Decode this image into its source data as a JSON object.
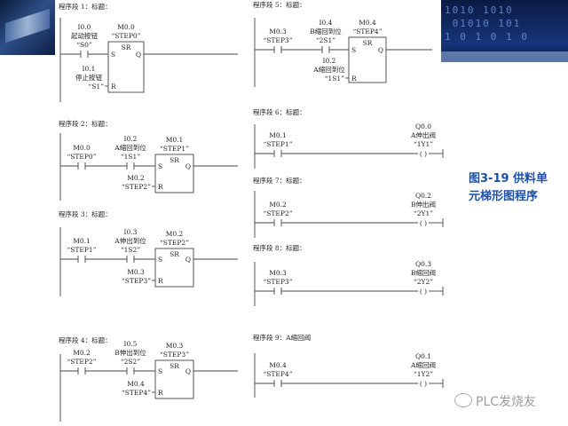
{
  "banner": {
    "bits": "1010 1010\n 01010 101\n1 0 1 0 1 0"
  },
  "caption": {
    "line1": "图3-19 供料单",
    "line2": "元梯形图程序"
  },
  "watermark": "PLC发烧友",
  "networks": [
    {
      "title": "程序段 1：标题：",
      "contacts": [
        {
          "lines": [
            "I0.0",
            "起动按钮",
            "“S0”"
          ]
        }
      ],
      "box": {
        "type": "SR",
        "s": "S",
        "q": "Q",
        "r": "R",
        "labels": [
          "M0.0",
          "“STEP0”"
        ],
        "r_labels": [
          "I0.1",
          "停止按钮",
          "“S1”"
        ]
      }
    },
    {
      "title": "程序段 2：标题：",
      "contacts": [
        {
          "lines": [
            "M0.0",
            "“STEP0”"
          ]
        },
        {
          "lines": [
            "I0.2",
            "A缩回到位",
            "“1S1”"
          ]
        }
      ],
      "box": {
        "type": "SR",
        "s": "S",
        "q": "Q",
        "r": "R",
        "labels": [
          "M0.1",
          "“STEP1”"
        ],
        "r_labels": [
          "M0.2",
          "“STEP2”"
        ]
      }
    },
    {
      "title": "程序段 3：标题：",
      "contacts": [
        {
          "lines": [
            "M0.1",
            "“STEP1”"
          ]
        },
        {
          "lines": [
            "I0.3",
            "A伸出到位",
            "“1S2”"
          ]
        }
      ],
      "box": {
        "type": "SR",
        "s": "S",
        "q": "Q",
        "r": "R",
        "labels": [
          "M0.2",
          "“STEP2”"
        ],
        "r_labels": [
          "M0.3",
          "“STEP3”"
        ]
      }
    },
    {
      "title": "程序段 4：标题：",
      "contacts": [
        {
          "lines": [
            "M0.2",
            "“STEP2”"
          ]
        },
        {
          "lines": [
            "I0.5",
            "B伸出到位",
            "“2S2”"
          ]
        }
      ],
      "box": {
        "type": "SR",
        "s": "S",
        "q": "Q",
        "r": "R",
        "labels": [
          "M0.3",
          "“STEP3”"
        ],
        "r_labels": [
          "M0.4",
          "“STEP4”"
        ]
      }
    },
    {
      "title": "程序段 5：标题：",
      "contacts": [
        {
          "lines": [
            "M0.3",
            "“STEP3”"
          ]
        },
        {
          "lines": [
            "I0.4",
            "B缩回到位",
            "“2S1”"
          ]
        }
      ],
      "box": {
        "type": "SR",
        "s": "S",
        "q": "Q",
        "r": "R",
        "labels": [
          "M0.4",
          "“STEP4”"
        ],
        "r_labels": [
          "I0.2",
          "A缩回到位",
          "“1S1”"
        ]
      }
    },
    {
      "title": "程序段 6：标题：",
      "contacts": [
        {
          "lines": [
            "M0.1",
            "“STEP1”"
          ]
        }
      ],
      "coil": {
        "symbol": "( )",
        "labels": [
          "Q0.0",
          "A伸出阀",
          "“1Y1”"
        ]
      }
    },
    {
      "title": "程序段 7：标题：",
      "contacts": [
        {
          "lines": [
            "M0.2",
            "“STEP2”"
          ]
        }
      ],
      "coil": {
        "symbol": "( )",
        "labels": [
          "Q0.2",
          "B伸出阀",
          "“2Y1”"
        ]
      }
    },
    {
      "title": "程序段 8：标题：",
      "contacts": [
        {
          "lines": [
            "M0.3",
            "“STEP3”"
          ]
        }
      ],
      "coil": {
        "symbol": "( )",
        "labels": [
          "Q0.3",
          "B缩回阀",
          "“2Y2”"
        ]
      }
    },
    {
      "title": "程序段 9：A缩回阀",
      "contacts": [
        {
          "lines": [
            "M0.4",
            "“STEP4”"
          ]
        }
      ],
      "coil": {
        "symbol": "( )",
        "labels": [
          "Q0.1",
          "A缩回阀",
          "“1Y2”"
        ]
      }
    }
  ]
}
